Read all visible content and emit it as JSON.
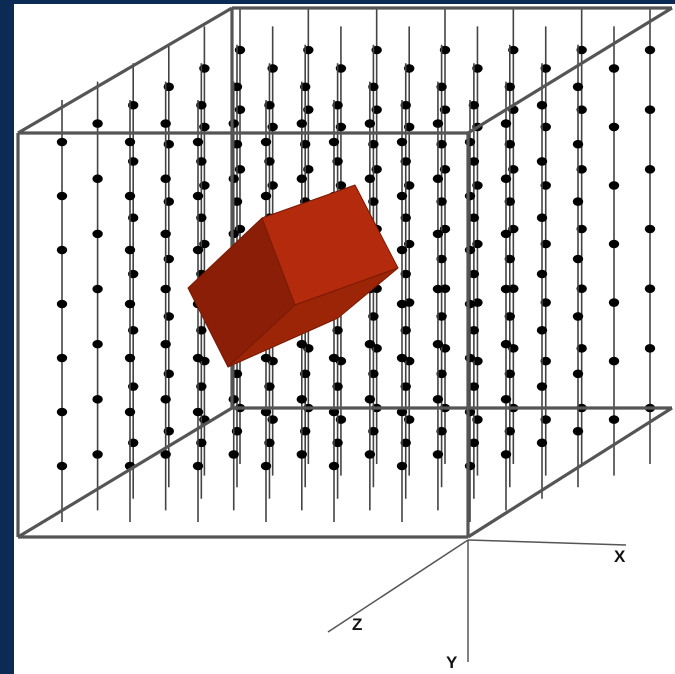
{
  "colors": {
    "frame_background": "#0b2b54",
    "canvas_background": "#ffffff",
    "box_edges": "#555555",
    "rods": "#444444",
    "dots": "#000000",
    "cube_front": "#8a1e06",
    "cube_top": "#b32a0c",
    "cube_right": "#9c2407"
  },
  "axes": {
    "x_label": "X",
    "y_label": "Y",
    "z_label": "Z"
  },
  "lattice": {
    "dots_per_rod": 7
  },
  "object": {
    "shape": "cube"
  }
}
